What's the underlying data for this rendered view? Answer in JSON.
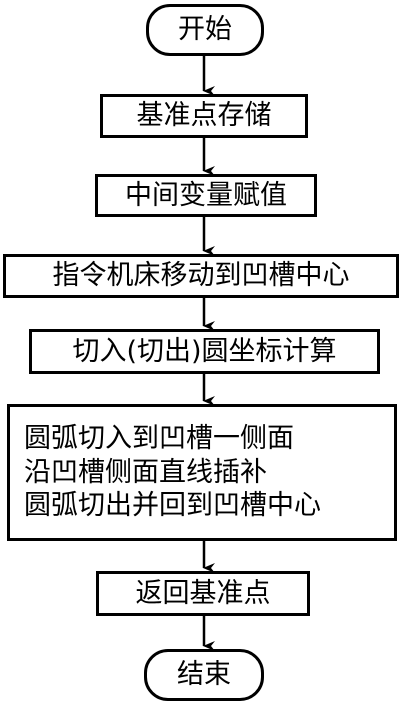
{
  "flowchart": {
    "start": "开始",
    "steps": [
      "基准点存储",
      "中间变量赋值",
      "指令机床移动到凹槽中心",
      "切入(切出)圆坐标计算"
    ],
    "multi_step": {
      "lines": [
        "圆弧切入到凹槽一侧面",
        "沿凹槽侧面直线插补",
        "圆弧切出并回到凹槽中心"
      ]
    },
    "return_step": "返回基准点",
    "end": "结束"
  }
}
